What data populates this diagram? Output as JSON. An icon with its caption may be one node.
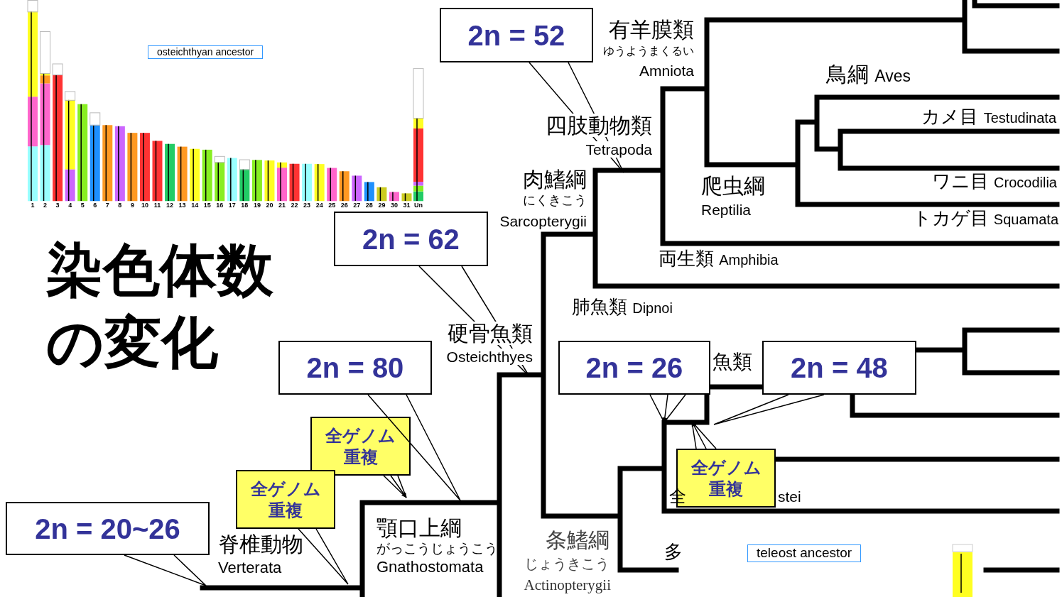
{
  "diagram": {
    "title": "染色体数の変化",
    "nodes": [
      {
        "text": [
          "2n = 52"
        ]
      },
      {
        "text": [
          "2n = 62"
        ]
      },
      {
        "text": [
          "2n = 80"
        ]
      },
      {
        "text": [
          "2n = 26"
        ]
      },
      {
        "text": [
          "2n = 48"
        ]
      },
      {
        "text": [
          "全ゲノム重複"
        ]
      },
      {
        "text": [
          "全ゲノム重複"
        ]
      },
      {
        "text": [
          "全ゲノム重複"
        ]
      },
      {
        "text": [
          "2n = 20~26"
        ]
      }
    ],
    "edges": [
      {
        "from": 0,
        "to": null,
        "arrow": "none"
      },
      {
        "from": 1,
        "to": null,
        "arrow": "none"
      },
      {
        "from": 2,
        "to": null,
        "arrow": "none"
      },
      {
        "from": 3,
        "to": null,
        "arrow": "to"
      },
      {
        "from": 4,
        "to": null,
        "arrow": "none"
      },
      {
        "from": 5,
        "to": null,
        "arrow": "to"
      },
      {
        "from": 6,
        "to": null,
        "arrow": "to"
      },
      {
        "from": 7,
        "to": null,
        "arrow": "none"
      },
      {
        "from": 8,
        "to": null,
        "arrow": "none"
      }
    ],
    "labels": [
      "osteichthyan ancestor",
      "1",
      "2",
      "3",
      "4",
      "5",
      "6",
      "7",
      "8",
      "9",
      "10",
      "11",
      "12",
      "13",
      "14",
      "15",
      "16",
      "17",
      "18",
      "19",
      "20",
      "21",
      "22",
      "23",
      "24",
      "25",
      "26",
      "27",
      "28",
      "29",
      "30",
      "31",
      "Un",
      "有羊膜類",
      "ゆうようまくるい",
      "Amniota",
      "鳥綱 Aves",
      "カメ目 Testudinata",
      "四肢動物類",
      "Tetrapoda",
      "肉鰭綱",
      "爬虫綱",
      "ワニ目 Crocodilia",
      "にくきこう",
      "Sarcopterygii",
      "Reptilia",
      "トカゲ目 Squamata",
      "両生類 Amphibia",
      "肺魚類 Dipnoi",
      "硬骨魚類",
      "Osteichthyes",
      "魚類",
      "全",
      "stei",
      "脊椎動物",
      "顎口上綱",
      "条鰭綱",
      "がっこうじょうこう",
      "多",
      "じょうきこう",
      "teleost ancestor",
      "Verterata",
      "Gnathostomata",
      "Actinopterygii"
    ]
  }
}
